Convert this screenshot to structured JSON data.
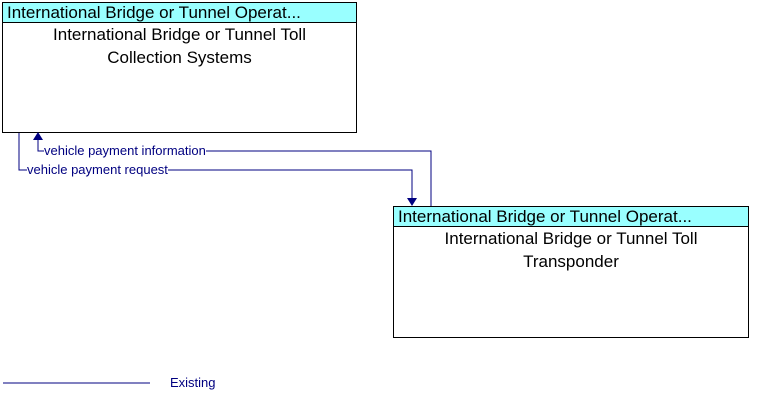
{
  "nodes": {
    "top": {
      "header": "International Bridge or Tunnel Operat...",
      "body_lines": [
        "International Bridge or Tunnel Toll",
        "Collection Systems"
      ]
    },
    "bottom": {
      "header": "International Bridge or Tunnel Operat...",
      "body_lines": [
        "International Bridge or Tunnel Toll",
        "Transponder"
      ]
    }
  },
  "flows": [
    {
      "label": "vehicle payment information",
      "from": "bottom",
      "to": "top",
      "status": "Existing"
    },
    {
      "label": "vehicle payment request",
      "from": "top",
      "to": "bottom",
      "status": "Existing"
    }
  ],
  "legend": {
    "existing_label": "Existing"
  },
  "colors": {
    "header_fill": "#99ffff",
    "flow_line": "#000080",
    "border": "#000000"
  }
}
